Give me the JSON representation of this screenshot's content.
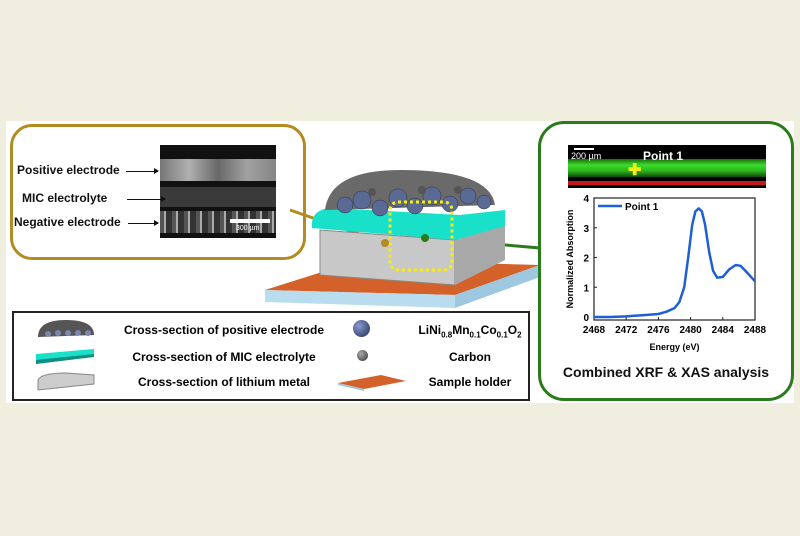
{
  "sem_panel": {
    "labels": [
      "Positive electrode",
      "MIC electrolyte",
      "Negative electrode"
    ],
    "scale_bar": "300 µm"
  },
  "xrf_panel": {
    "scale_bar": "200 µm",
    "point_label": "Point 1",
    "title": "Combined XRF & XAS analysis"
  },
  "legend": {
    "items": [
      {
        "label": "Cross-section of positive electrode"
      },
      {
        "label": "Cross-section of MIC electrolyte"
      },
      {
        "label": "Cross-section of lithium metal"
      },
      {
        "label": "LiNi0.8Mn0.1Co0.1O2"
      },
      {
        "label": "Carbon"
      },
      {
        "label": "Sample holder"
      }
    ],
    "formula_parts": [
      "LiNi",
      "0.8",
      "Mn",
      "0.1",
      "Co",
      "0.1",
      "O",
      "2"
    ]
  },
  "chart_data": {
    "type": "line",
    "xlabel": "Energy (eV)",
    "ylabel": "Normalized Absorption",
    "xlim": [
      2468,
      2488
    ],
    "ylim": [
      -0.1,
      4
    ],
    "xticks": [
      2468,
      2472,
      2476,
      2480,
      2484,
      2488
    ],
    "yticks": [
      0,
      1,
      2,
      3,
      4
    ],
    "legend": "top-left",
    "series": [
      {
        "name": "Point 1",
        "color": "#1f5fd6",
        "x": [
          2468,
          2470,
          2472,
          2474,
          2476,
          2477,
          2478,
          2478.6,
          2479.2,
          2479.7,
          2480.2,
          2480.6,
          2481,
          2481.4,
          2481.8,
          2482.3,
          2482.8,
          2483.3,
          2484,
          2484.8,
          2485.6,
          2486.2,
          2487,
          2488
        ],
        "y": [
          0,
          0,
          0.02,
          0.06,
          0.1,
          0.18,
          0.3,
          0.5,
          1.0,
          2.0,
          3.1,
          3.55,
          3.65,
          3.55,
          3.1,
          2.2,
          1.55,
          1.32,
          1.35,
          1.6,
          1.75,
          1.72,
          1.5,
          1.2
        ]
      }
    ]
  },
  "colors": {
    "gold": "#b38b1f",
    "green": "#2b7a1c",
    "electrolyte": "#19e0c8",
    "holder": "#d4602a",
    "curve": "#1f5fd6"
  }
}
